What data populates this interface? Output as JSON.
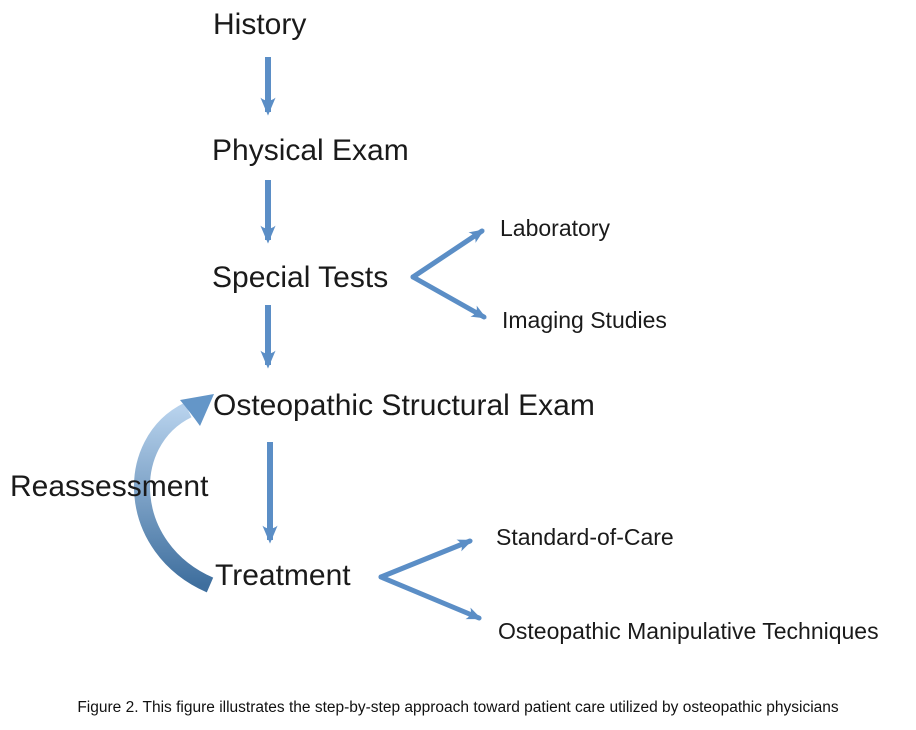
{
  "figure": {
    "steps": [
      {
        "label": "History"
      },
      {
        "label": "Physical Exam"
      },
      {
        "label": "Special Tests",
        "branches": [
          "Laboratory",
          "Imaging Studies"
        ]
      },
      {
        "label": "Osteopathic Structural Exam"
      },
      {
        "label": "Treatment",
        "branches": [
          "Standard-of-Care",
          "Osteopathic Manipulative Techniques"
        ]
      }
    ],
    "loop_label": "Reassessment",
    "caption": "Figure 2. This figure illustrates the step-by-step approach toward patient care utilized by osteopathic physicians",
    "colors": {
      "arrow": "#5b8ec6",
      "curve_light": "#b6d1ec",
      "curve_dark": "#3f6f9e",
      "curve_head": "#6496c8",
      "text": "#1a1a1a",
      "background": "#ffffff"
    }
  }
}
